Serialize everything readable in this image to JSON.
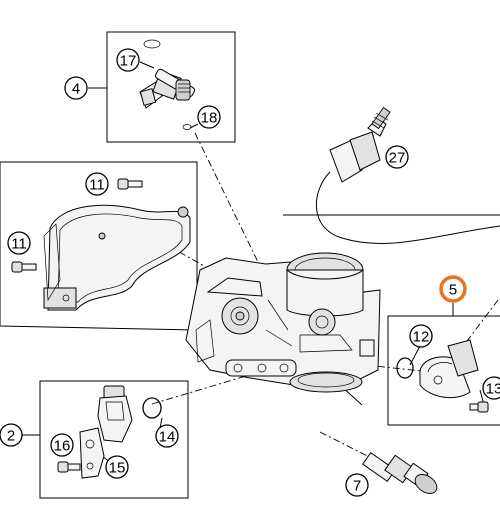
{
  "callouts": {
    "c2": "2",
    "c4": "4",
    "c5": "5",
    "c7": "7",
    "c11a": "11",
    "c11b": "11",
    "c12": "12",
    "c13": "13",
    "c14": "14",
    "c15": "15",
    "c16": "16",
    "c17": "17",
    "c18": "18",
    "c27": "27"
  },
  "colors": {
    "highlight": "#e8741e",
    "line": "#000000",
    "background": "#ffffff"
  }
}
